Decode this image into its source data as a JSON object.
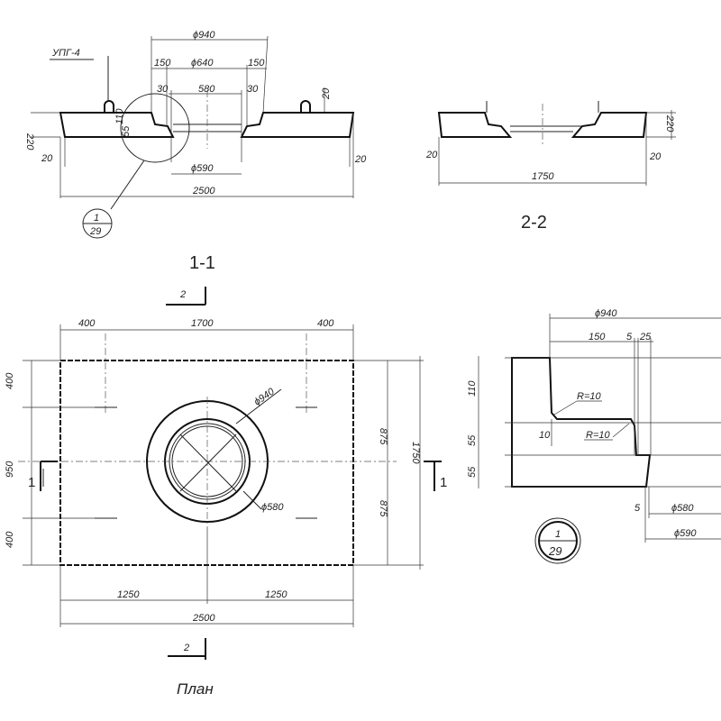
{
  "section_1_1": {
    "title": "1-1",
    "loop_label": "УПГ-4",
    "d940": "ϕ940",
    "d640": "ϕ640",
    "d580": "580",
    "d590": "ϕ590",
    "w150_left": "150",
    "w150_right": "150",
    "w30_left": "30",
    "w30_right": "30",
    "h220": "220",
    "h110": "110",
    "h55": "55",
    "loop_h20": "20",
    "edge20_left": "20",
    "edge20_right": "20",
    "length": "2500",
    "callout": {
      "num": "1",
      "den": "29"
    }
  },
  "section_2_2": {
    "title": "2-2",
    "h220": "220",
    "edge20_left": "20",
    "edge20_right": "20",
    "length": "1750"
  },
  "plan": {
    "title": "План",
    "cut_mark": "2",
    "cut_side_mark": "1",
    "top_400_left": "400",
    "top_1700": "1700",
    "top_400_right": "400",
    "left_400_top": "400",
    "left_950": "950",
    "left_400_bottom": "400",
    "right_875_top": "875",
    "right_875_bottom": "875",
    "right_1750": "1750",
    "bottom_1250_left": "1250",
    "bottom_1250_right": "1250",
    "bottom_2500": "2500",
    "d940": "ϕ940",
    "d580": "ϕ580"
  },
  "detail": {
    "d940": "ϕ940",
    "w150": "150",
    "w5": "5",
    "w25": "25",
    "h110": "110",
    "h55_top": "55",
    "h55_bottom": "55",
    "radius_upper": "R=10",
    "radius_lower": "R=10",
    "offset10": "10",
    "offset5": "5",
    "d580": "ϕ580",
    "d590": "ϕ590",
    "callout": {
      "num": "1",
      "den": "29"
    }
  }
}
